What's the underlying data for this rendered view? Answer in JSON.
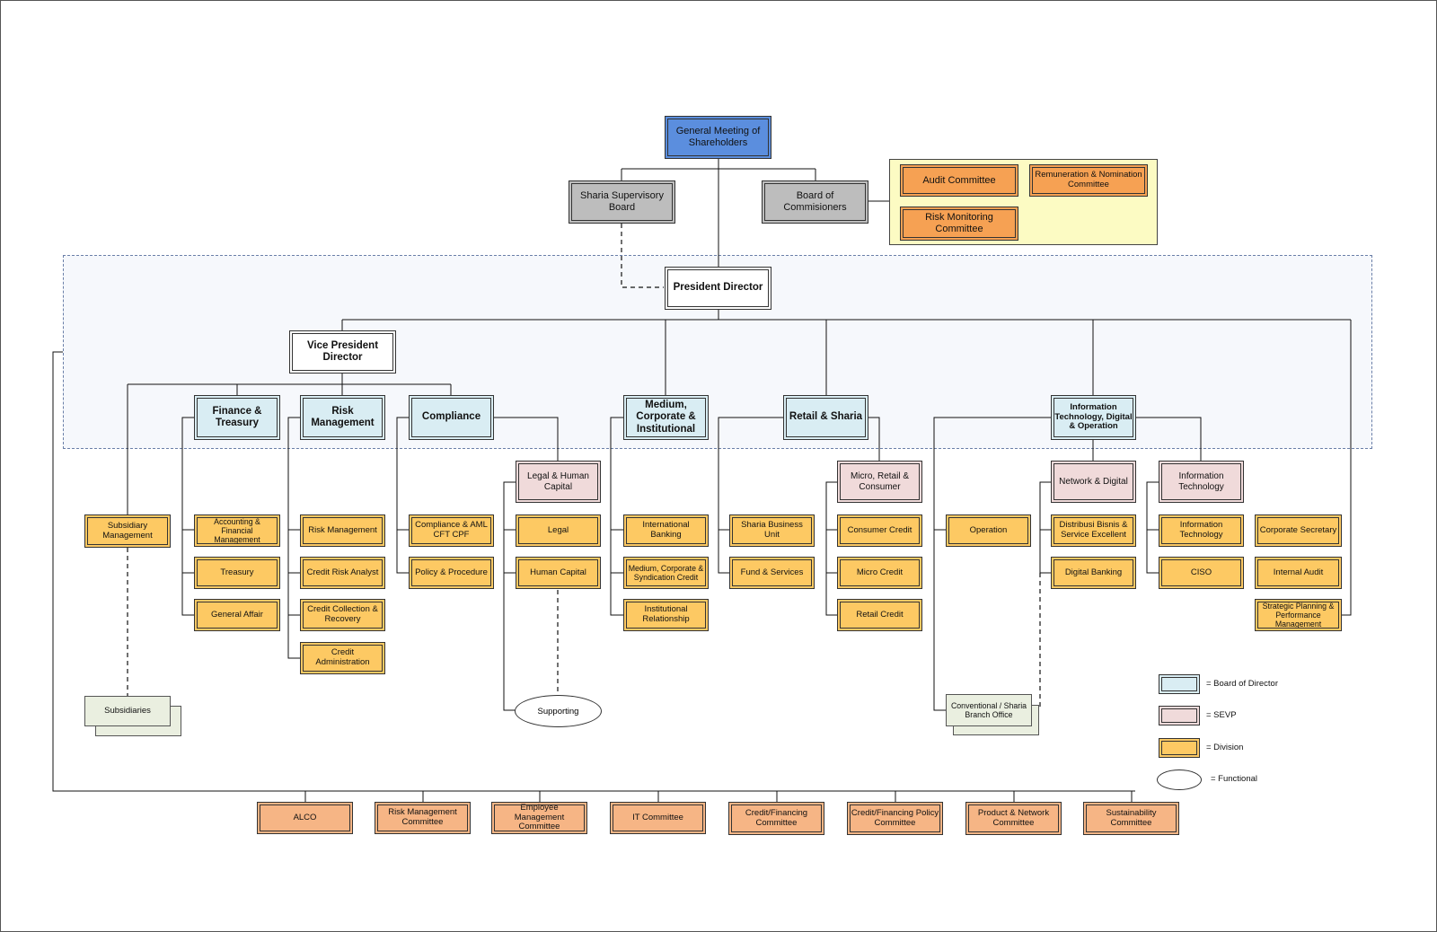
{
  "nodes": {
    "gms": "General Meeting of Shareholders",
    "sharia_board": "Sharia Supervisory Board",
    "commissioners": "Board of Commisioners",
    "audit_committee": "Audit Committee",
    "remuneration_committee": "Remuneration & Nomination Committee",
    "risk_monitoring_committee": "Risk Monitoring Committee",
    "president_director": "President Director",
    "vice_president_director": "Vice President Director",
    "finance_treasury": "Finance & Treasury",
    "risk_management_dir": "Risk Management",
    "compliance_dir": "Compliance",
    "medium_corporate": "Medium, Corporate & Institutional",
    "retail_sharia": "Retail & Sharia",
    "it_digital_ops": "Information Technology, Digital & Operation",
    "legal_hc_sevp": "Legal & Human Capital",
    "micro_retail_sevp": "Micro, Retail & Consumer",
    "network_digital_sevp": "Network & Digital",
    "it_sevp": "Information Technology",
    "subsidiary_management": "Subsidiary Management",
    "accounting": "Accounting & Financial Management",
    "treasury": "Treasury",
    "general_affair": "General Affair",
    "risk_management_div": "Risk Management",
    "credit_risk_analyst": "Credit Risk Analyst",
    "credit_collection": "Credit Collection & Recovery",
    "credit_admin": "Credit Administration",
    "compliance_aml": "Compliance & AML CFT CPF",
    "policy_procedure": "Policy & Procedure",
    "legal": "Legal",
    "human_capital": "Human Capital",
    "international_banking": "International Banking",
    "medium_syndication": "Medium, Corporate & Syndication Credit",
    "institutional_relationship": "Institutional Relationship",
    "sharia_business_unit": "Sharia Business Unit",
    "fund_services": "Fund & Services",
    "consumer_credit": "Consumer Credit",
    "micro_credit": "Micro Credit",
    "retail_credit": "Retail Credit",
    "operation": "Operation",
    "distribusi_bisnis": "Distribusi Bisnis & Service Excellent",
    "digital_banking": "Digital Banking",
    "it_div": "Information Technology",
    "ciso": "CISO",
    "corporate_secretary": "Corporate Secretary",
    "internal_audit": "Internal Audit",
    "strategic_planning": "Strategic Planning & Performance Management",
    "subsidiaries": "Subsidiaries",
    "supporting": "Supporting",
    "branch_office": "Conventional / Sharia Branch Office"
  },
  "committees": [
    "ALCO",
    "Risk Management Committee",
    "Employee Management Committee",
    "IT Committee",
    "Credit/Financing Committee",
    "Credit/Financing Policy Committee",
    "Product & Network Committee",
    "Sustainability Committee"
  ],
  "legend": {
    "board_of_director": "= Board of Director",
    "sevp": "= SEVP",
    "division": "= Division",
    "functional": "= Functional"
  },
  "colors": {
    "gms": "#5b8ede",
    "supervisory": "#bdbdbd",
    "board_of_director": "#d9edf3",
    "sevp": "#f0dada",
    "division": "#fdc963",
    "committee": "#f6a153",
    "management_committee": "#f6b585",
    "subsidiary": "#eaefe0",
    "committee_panel": "#fcfbc3"
  }
}
